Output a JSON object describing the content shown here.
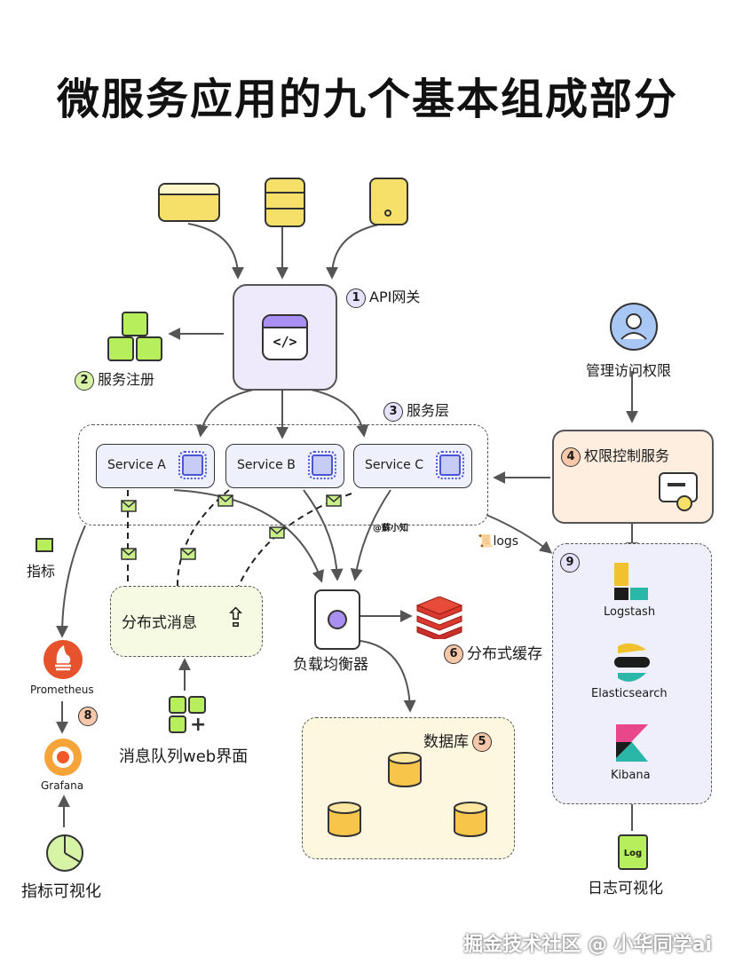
{
  "title": "微服务应用的九个基本组成部分",
  "gateway": {
    "num": "1",
    "label": "API网关"
  },
  "registry": {
    "num": "2",
    "label": "服务注册"
  },
  "service_layer": {
    "num": "3",
    "label": "服务层"
  },
  "services": [
    "Service A",
    "Service B",
    "Service C"
  ],
  "auth": {
    "num": "4",
    "label": "权限控制服务"
  },
  "user": {
    "label": "管理访问权限"
  },
  "database": {
    "num": "5",
    "label": "数据库"
  },
  "cache": {
    "num": "6",
    "label": "分布式缓存"
  },
  "metrics_num": "8",
  "elk_num": "9",
  "mq": {
    "label": "分布式消息"
  },
  "mq_ui": {
    "label": "消息队列web界面"
  },
  "lb": {
    "label": "负载均衡器"
  },
  "metrics": {
    "label": "指标"
  },
  "prometheus": "Prometheus",
  "grafana": "Grafana",
  "metrics_vis": "指标可视化",
  "logs": "logs",
  "logstash": "Logstash",
  "elasticsearch": "Elasticsearch",
  "kibana": "Kibana",
  "log_icon_text": "Log",
  "log_vis": "日志可视化",
  "author_tag": "@蘇小知",
  "watermark": "掘金技术社区 @ 小华同学ai"
}
